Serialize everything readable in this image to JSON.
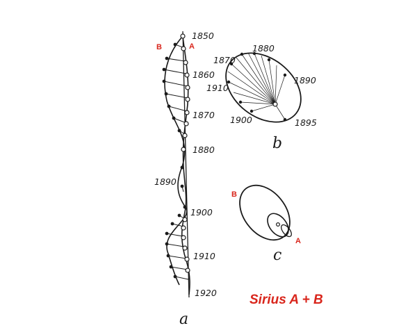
{
  "labels": {
    "star_b_top": "B",
    "star_a_top": "A",
    "panel_a": "a",
    "panel_b": "b",
    "panel_c": "c",
    "star_b_c": "B",
    "star_a_c": "A"
  },
  "title": "Sirius A + B",
  "years_a": [
    "1850",
    "1860",
    "1870",
    "1880",
    "1890",
    "1900",
    "1910",
    "1920"
  ],
  "years_b": [
    "1880",
    "1870",
    "1890",
    "1910",
    "1900",
    "1895"
  ],
  "colors": {
    "ink": "#1a1a1a",
    "accent": "#d9261c"
  }
}
